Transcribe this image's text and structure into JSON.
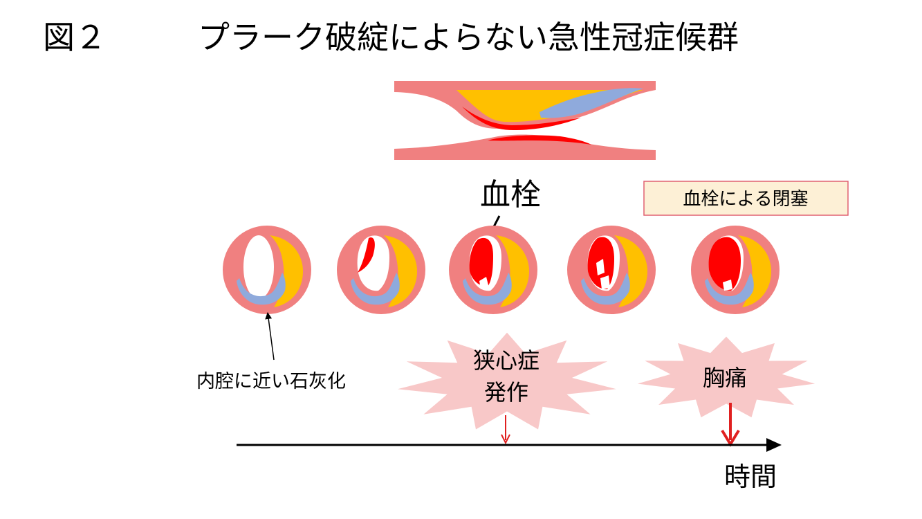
{
  "figure_label": "図２",
  "title": "プラーク破綻によらない急性冠症候群",
  "labels": {
    "thrombus": "血栓",
    "occlusion": "血栓による閉塞",
    "calcification": "内腔に近い石灰化",
    "angina_line1": "狭心症",
    "angina_line2": "発作",
    "chest_pain": "胸痛",
    "time": "時間"
  },
  "colors": {
    "vessel_wall": "#f08080",
    "lipid_core": "#ffc000",
    "calcium": "#8faadc",
    "thrombus": "#ff0000",
    "burst": "#f8c8c8",
    "label_box_fill": "#fdf0d6",
    "label_box_border": "#e06070",
    "arrow_red": "#e02020"
  },
  "stages": [
    {
      "thrombus_level": 0
    },
    {
      "thrombus_level": 1
    },
    {
      "thrombus_level": 2
    },
    {
      "thrombus_level": 3
    },
    {
      "thrombus_level": 4
    }
  ]
}
